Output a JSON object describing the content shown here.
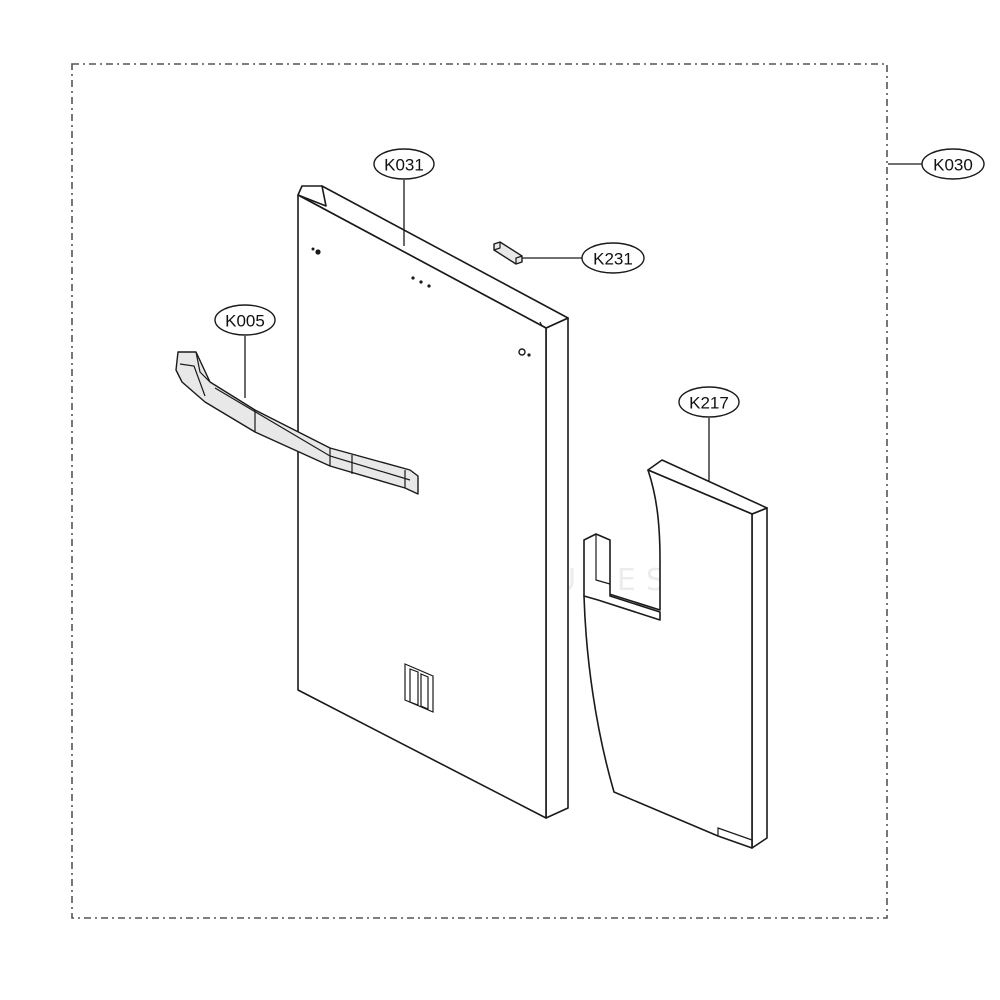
{
  "diagram": {
    "type": "exploded-parts-view",
    "assembly_label": "K030",
    "parts": [
      {
        "id": "door",
        "label": "K031"
      },
      {
        "id": "clip",
        "label": "K231"
      },
      {
        "id": "handle",
        "label": "K005"
      },
      {
        "id": "insulation-panel",
        "label": "K217"
      }
    ],
    "watermark": "LEADVENTURES"
  }
}
